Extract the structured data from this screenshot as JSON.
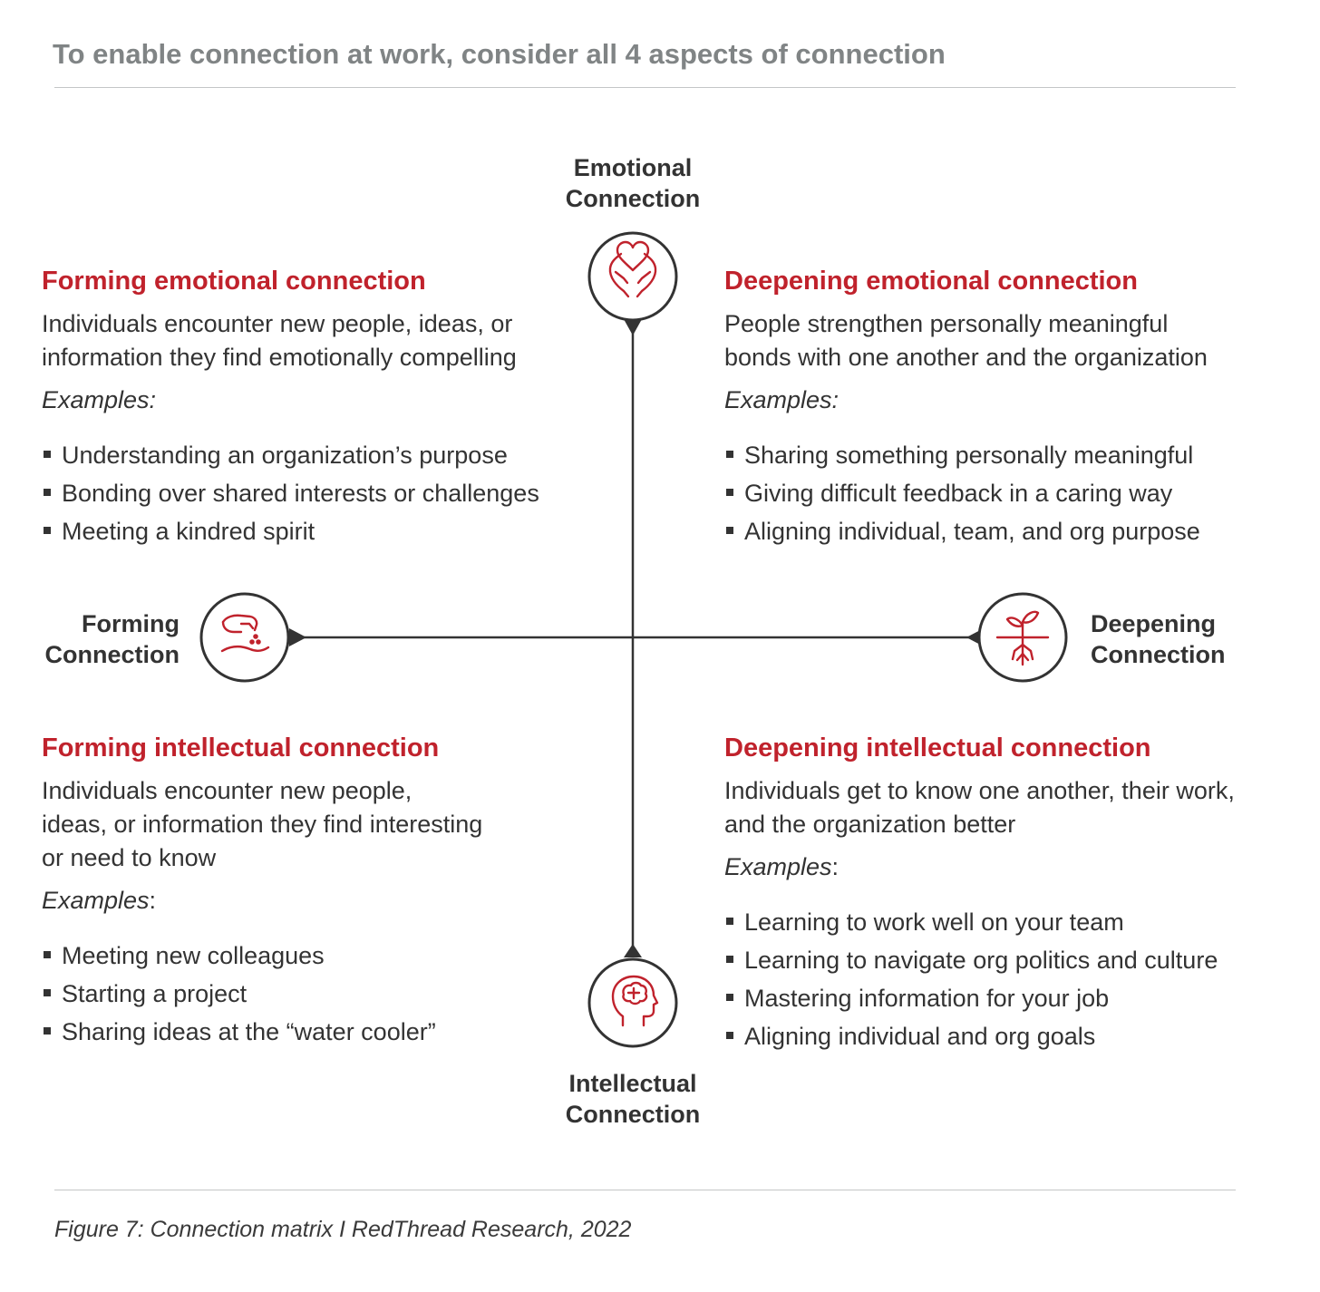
{
  "header": {
    "title": "To enable connection at work, consider all 4 aspects of connection"
  },
  "axes": {
    "top": [
      "Emotional",
      "Connection"
    ],
    "bottom": [
      "Intellectual",
      "Connection"
    ],
    "left": [
      "Forming",
      "Connection"
    ],
    "right": [
      "Deepening",
      "Connection"
    ]
  },
  "icons": {
    "top": "heart-in-hands-icon",
    "bottom": "head-with-brain-icon",
    "left": "hand-planting-seed-icon",
    "right": "sprout-with-roots-icon"
  },
  "colors": {
    "accent": "#c0222c",
    "text": "#333333",
    "header": "#808485",
    "rule": "#c4c6c7"
  },
  "quadrants": {
    "top_left": {
      "title": "Forming emotional connection",
      "description": [
        "Individuals encounter new people, ideas, or",
        "information they find emotionally compelling"
      ],
      "examples_label": "Examples:",
      "examples_colon": "",
      "examples": [
        "Understanding an organization’s purpose",
        "Bonding over shared interests or challenges",
        "Meeting a kindred spirit"
      ]
    },
    "top_right": {
      "title": "Deepening emotional connection",
      "description": [
        "People strengthen personally meaningful",
        "bonds with one another and the organization"
      ],
      "examples_label": "Examples:",
      "examples_colon": "",
      "examples": [
        "Sharing something personally meaningful",
        "Giving difficult feedback in a caring way",
        "Aligning individual, team, and org purpose"
      ]
    },
    "bottom_left": {
      "title": "Forming intellectual connection",
      "description": [
        "Individuals encounter new people,",
        "ideas, or information they find interesting",
        "or need to know"
      ],
      "examples_label": "Examples",
      "examples_colon": ":",
      "examples": [
        "Meeting new colleagues",
        "Starting a project",
        "Sharing ideas at the “water cooler”"
      ]
    },
    "bottom_right": {
      "title": "Deepening intellectual connection",
      "description": [
        "Individuals get to know one another, their work,",
        "and the organization better"
      ],
      "examples_label": "Examples",
      "examples_colon": ":",
      "examples": [
        "Learning to work well on your team",
        "Learning to navigate org politics and culture",
        "Mastering information for your job",
        "Aligning individual and org goals"
      ]
    }
  },
  "footer": {
    "caption": "Figure 7: Connection matrix  I  RedThread Research, 2022"
  }
}
